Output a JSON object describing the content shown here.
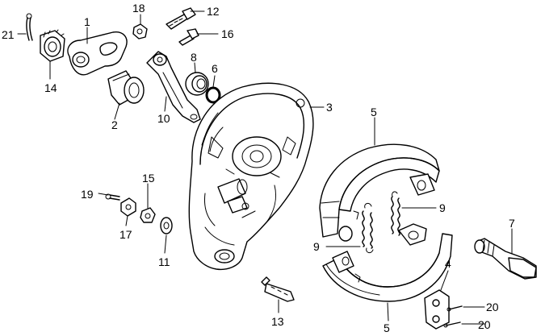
{
  "diagram": {
    "callouts": [
      {
        "id": "c1",
        "text": "1"
      },
      {
        "id": "c2",
        "text": "2"
      },
      {
        "id": "c3",
        "text": "3"
      },
      {
        "id": "c4",
        "text": "4"
      },
      {
        "id": "c5a",
        "text": "5"
      },
      {
        "id": "c5b",
        "text": "5"
      },
      {
        "id": "c6",
        "text": "6"
      },
      {
        "id": "c7",
        "text": "7"
      },
      {
        "id": "c8",
        "text": "8"
      },
      {
        "id": "c9a",
        "text": "9"
      },
      {
        "id": "c9b",
        "text": "9"
      },
      {
        "id": "c10",
        "text": "10"
      },
      {
        "id": "c11",
        "text": "11"
      },
      {
        "id": "c12",
        "text": "12"
      },
      {
        "id": "c13",
        "text": "13"
      },
      {
        "id": "c14",
        "text": "14"
      },
      {
        "id": "c15",
        "text": "15"
      },
      {
        "id": "c16",
        "text": "16"
      },
      {
        "id": "c17",
        "text": "17"
      },
      {
        "id": "c18",
        "text": "18"
      },
      {
        "id": "c19",
        "text": "19"
      },
      {
        "id": "c20a",
        "text": "20"
      },
      {
        "id": "c20b",
        "text": "20"
      },
      {
        "id": "c21",
        "text": "21"
      }
    ]
  }
}
